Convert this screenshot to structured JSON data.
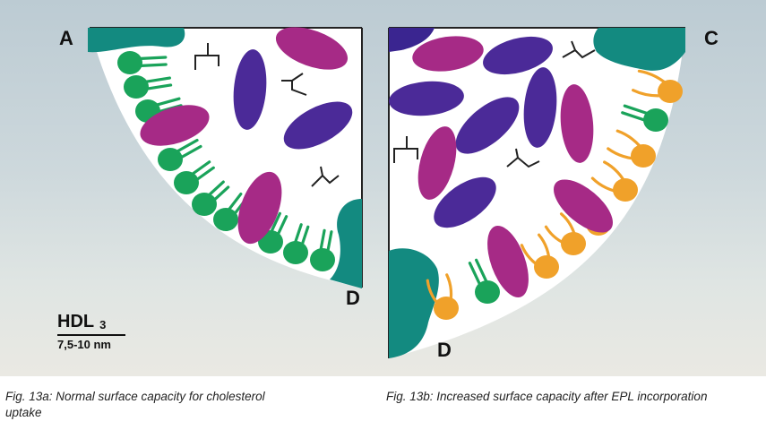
{
  "labels": {
    "a": "A",
    "c": "C",
    "d_left": "D",
    "d_right": "D"
  },
  "hdl": {
    "title": "HDL",
    "subscript": "3",
    "size": "7,5-10 nm"
  },
  "captions": {
    "left": "Fig. 13a: Normal surface capacity for cholesterol uptake",
    "right": "Fig. 13b: Increased surface capacity after EPL incorporation"
  },
  "colors": {
    "teal": "#138a80",
    "green": "#1aa35a",
    "orange": "#f0a12a",
    "purple": "#4b2a98",
    "magenta": "#a62a86",
    "line": "#222222"
  }
}
